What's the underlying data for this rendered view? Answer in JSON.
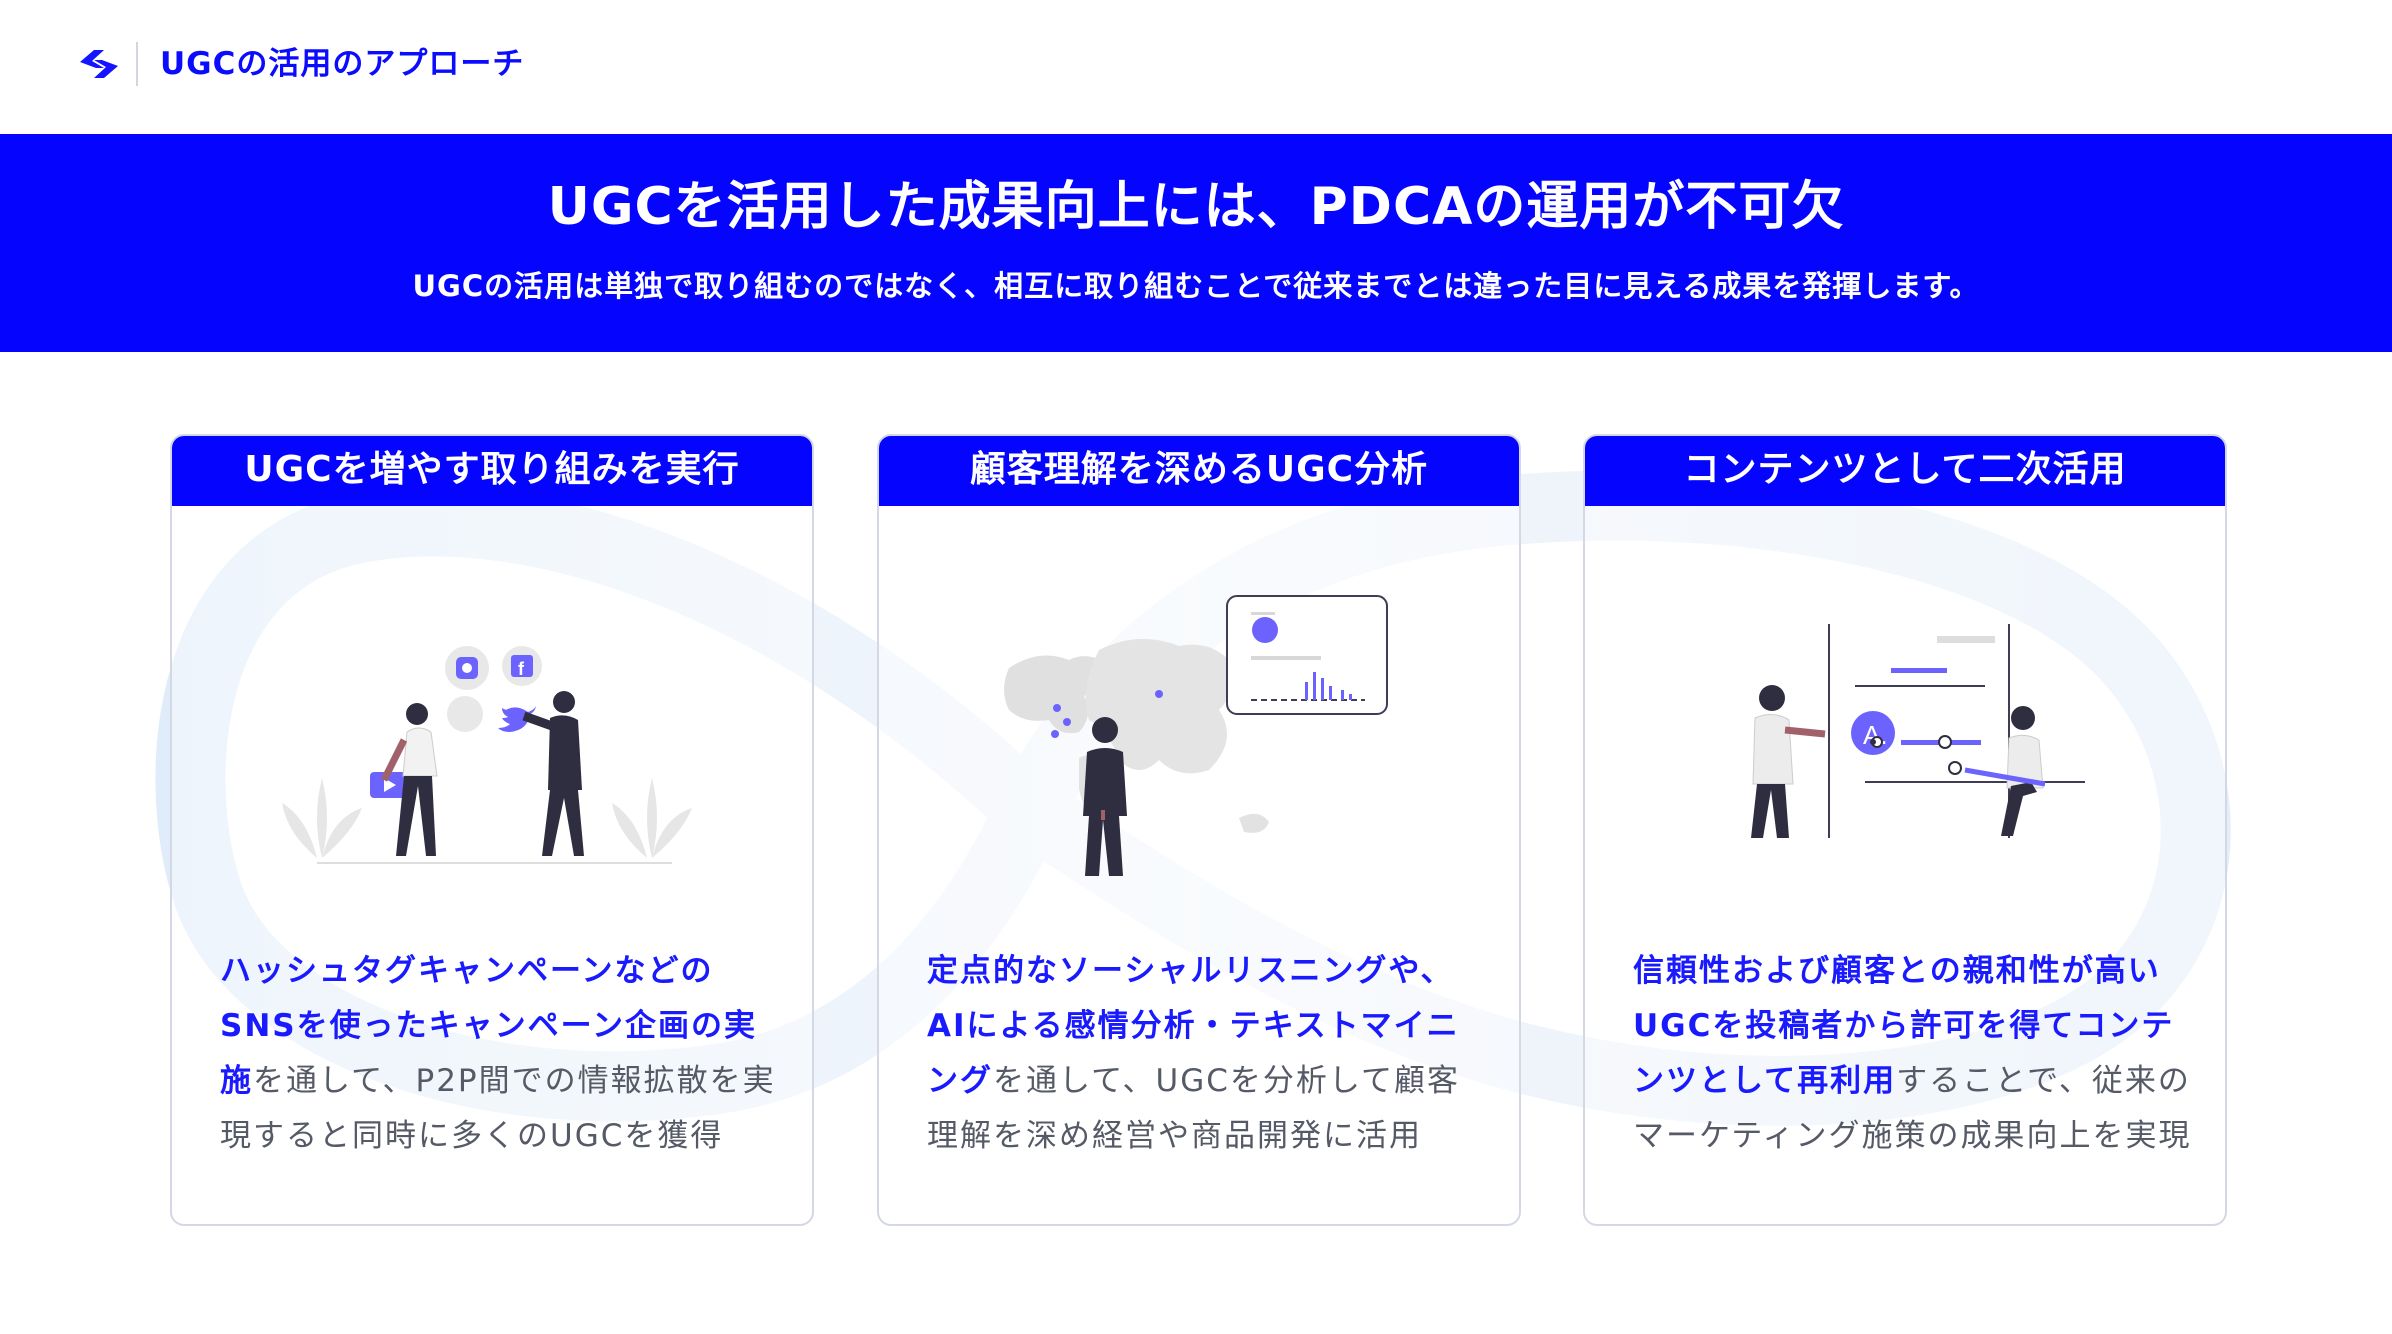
{
  "header": {
    "logo_icon": "brand-chevron-logo",
    "title": "UGCの活用のアプローチ"
  },
  "banner": {
    "title": "UGCを活用した成果向上には、PDCAの運用が不可欠",
    "subtitle": "UGCの活用は単独で取り組むのではなく、相互に取り組むことで従来までとは違った目に見える成果を発揮します。"
  },
  "colors": {
    "brand_blue": "#0505ff",
    "highlight_blue": "#1a1aff",
    "accent_purple": "#6c63ff",
    "body_text": "#555a66"
  },
  "cards": [
    {
      "title": "UGCを増やす取り組みを実行",
      "illustration": "social-media-people-illustration",
      "highlight": "ハッシュタグキャンペーンなどのSNSを使ったキャンペーン企画の実施",
      "text": "を通して、P2P間での情報拡散を実現すると同時に多くのUGCを獲得"
    },
    {
      "title": "顧客理解を深めるUGC分析",
      "illustration": "world-map-analytics-illustration",
      "highlight": "定点的なソーシャルリスニングや、AIによる感情分析・テキストマイニング",
      "text": "を通して、UGCを分析して顧客理解を深め経営や商品開発に活用"
    },
    {
      "title": "コンテンツとして二次活用",
      "illustration": "content-board-people-illustration",
      "highlight": "信頼性および顧客との親和性が高いUGCを投稿者から許可を得てコンテンツとして再利用",
      "text": "することで、従来のマーケティング施策の成果向上を実現"
    }
  ]
}
